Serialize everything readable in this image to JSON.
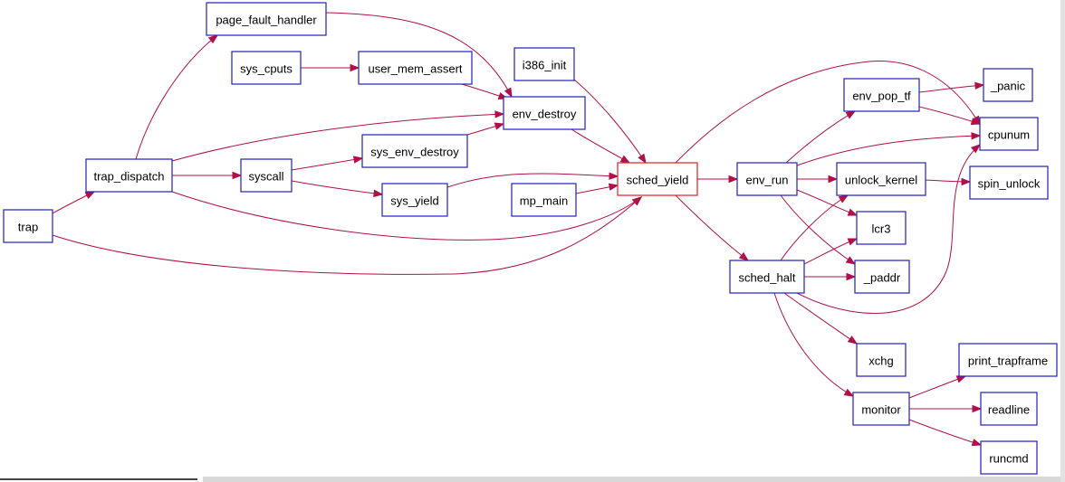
{
  "graph": {
    "colors": {
      "node_border": "#2020c0",
      "highlight_border": "#e02020",
      "edge": "#b0104a",
      "text": "#000000"
    },
    "highlight_node": "sched_yield",
    "nodes": [
      {
        "id": "trap",
        "label": "trap"
      },
      {
        "id": "trap_dispatch",
        "label": "trap_dispatch"
      },
      {
        "id": "page_fault_handler",
        "label": "page_fault_handler"
      },
      {
        "id": "sys_cputs",
        "label": "sys_cputs"
      },
      {
        "id": "user_mem_assert",
        "label": "user_mem_assert"
      },
      {
        "id": "i386_init",
        "label": "i386_init"
      },
      {
        "id": "env_destroy",
        "label": "env_destroy"
      },
      {
        "id": "syscall",
        "label": "syscall"
      },
      {
        "id": "sys_env_destroy",
        "label": "sys_env_destroy"
      },
      {
        "id": "sys_yield",
        "label": "sys_yield"
      },
      {
        "id": "mp_main",
        "label": "mp_main"
      },
      {
        "id": "sched_yield",
        "label": "sched_yield"
      },
      {
        "id": "env_run",
        "label": "env_run"
      },
      {
        "id": "env_pop_tf",
        "label": "env_pop_tf"
      },
      {
        "id": "_panic",
        "label": "_panic"
      },
      {
        "id": "cpunum",
        "label": "cpunum"
      },
      {
        "id": "unlock_kernel",
        "label": "unlock_kernel"
      },
      {
        "id": "spin_unlock",
        "label": "spin_unlock"
      },
      {
        "id": "lcr3",
        "label": "lcr3"
      },
      {
        "id": "sched_halt",
        "label": "sched_halt"
      },
      {
        "id": "_paddr",
        "label": "_paddr"
      },
      {
        "id": "xchg",
        "label": "xchg"
      },
      {
        "id": "monitor",
        "label": "monitor"
      },
      {
        "id": "print_trapframe",
        "label": "print_trapframe"
      },
      {
        "id": "readline",
        "label": "readline"
      },
      {
        "id": "runcmd",
        "label": "runcmd"
      }
    ],
    "edges": [
      {
        "from": "trap",
        "to": "trap_dispatch"
      },
      {
        "from": "trap",
        "to": "sched_yield"
      },
      {
        "from": "trap_dispatch",
        "to": "page_fault_handler"
      },
      {
        "from": "trap_dispatch",
        "to": "env_destroy"
      },
      {
        "from": "trap_dispatch",
        "to": "syscall"
      },
      {
        "from": "trap_dispatch",
        "to": "sched_yield"
      },
      {
        "from": "page_fault_handler",
        "to": "env_destroy"
      },
      {
        "from": "sys_cputs",
        "to": "user_mem_assert"
      },
      {
        "from": "user_mem_assert",
        "to": "env_destroy"
      },
      {
        "from": "syscall",
        "to": "sys_env_destroy"
      },
      {
        "from": "syscall",
        "to": "sys_yield"
      },
      {
        "from": "sys_env_destroy",
        "to": "env_destroy"
      },
      {
        "from": "sys_yield",
        "to": "sched_yield"
      },
      {
        "from": "i386_init",
        "to": "sched_yield"
      },
      {
        "from": "env_destroy",
        "to": "sched_yield"
      },
      {
        "from": "mp_main",
        "to": "sched_yield"
      },
      {
        "from": "sched_yield",
        "to": "env_run"
      },
      {
        "from": "sched_yield",
        "to": "sched_halt"
      },
      {
        "from": "sched_yield",
        "to": "cpunum"
      },
      {
        "from": "env_run",
        "to": "env_pop_tf"
      },
      {
        "from": "env_run",
        "to": "cpunum"
      },
      {
        "from": "env_run",
        "to": "unlock_kernel"
      },
      {
        "from": "env_run",
        "to": "lcr3"
      },
      {
        "from": "env_run",
        "to": "_paddr"
      },
      {
        "from": "env_pop_tf",
        "to": "_panic"
      },
      {
        "from": "env_pop_tf",
        "to": "cpunum"
      },
      {
        "from": "unlock_kernel",
        "to": "spin_unlock"
      },
      {
        "from": "sched_halt",
        "to": "unlock_kernel"
      },
      {
        "from": "sched_halt",
        "to": "lcr3"
      },
      {
        "from": "sched_halt",
        "to": "_paddr"
      },
      {
        "from": "sched_halt",
        "to": "cpunum"
      },
      {
        "from": "sched_halt",
        "to": "xchg"
      },
      {
        "from": "sched_halt",
        "to": "monitor"
      },
      {
        "from": "monitor",
        "to": "print_trapframe"
      },
      {
        "from": "monitor",
        "to": "readline"
      },
      {
        "from": "monitor",
        "to": "runcmd"
      }
    ]
  }
}
